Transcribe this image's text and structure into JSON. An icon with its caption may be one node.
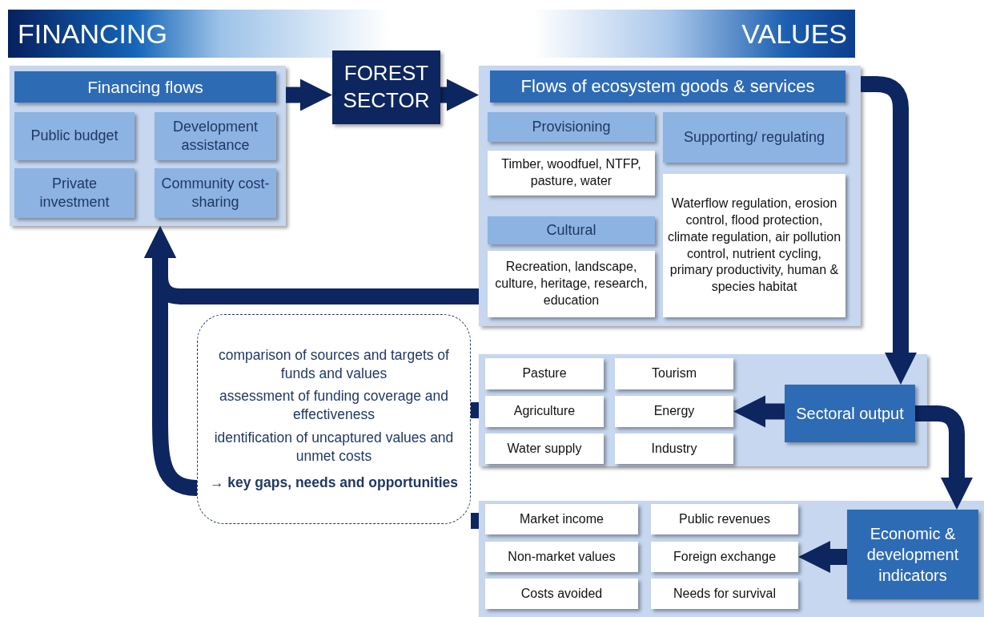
{
  "diagram": {
    "nodes": [
      {
        "text": [
          "Financing flows"
        ]
      },
      {
        "text": [
          "Public budget"
        ],
        "in": 0
      },
      {
        "text": [
          "Development assistance"
        ],
        "in": 0
      },
      {
        "text": [
          "Private investment"
        ],
        "in": 0
      },
      {
        "text": [
          "Community cost-sharing"
        ],
        "in": 0
      },
      {
        "text": [
          "FOREST SECTOR"
        ]
      },
      {
        "text": [
          "Flows of ecosystem goods & services"
        ]
      },
      {
        "text": [
          "Provisioning"
        ],
        "in": 6
      },
      {
        "text": [
          "Supporting/ regulating"
        ],
        "in": 6
      },
      {
        "text": [
          "Timber, woodfuel, NTFP, pasture, water"
        ],
        "in": 6
      },
      {
        "text": [
          "Waterflow regulation, erosion control, flood protection, climate regulation, air pollution control, nutrient cycling, primary productivity, human & species habitat"
        ],
        "in": 6
      },
      {
        "text": [
          "Cultural"
        ],
        "in": 6
      },
      {
        "text": [
          "Recreation, landscape, culture, heritage, research, education"
        ],
        "in": 6
      },
      {
        "text": [],
        "shape": "box"
      },
      {
        "text": [
          "Pasture"
        ],
        "in": 13
      },
      {
        "text": [
          "Tourism"
        ],
        "in": 13
      },
      {
        "text": [
          "Agriculture"
        ],
        "in": 13
      },
      {
        "text": [
          "Energy"
        ],
        "in": 13
      },
      {
        "text": [
          "Water supply"
        ],
        "in": 13
      },
      {
        "text": [
          "Industry"
        ],
        "in": 13
      },
      {
        "text": [
          "Sectoral output"
        ],
        "in": 13
      },
      {
        "text": [],
        "shape": "box"
      },
      {
        "text": [
          "Market income"
        ],
        "in": 21
      },
      {
        "text": [
          "Public revenues"
        ],
        "in": 21
      },
      {
        "text": [
          "Non-market values"
        ],
        "in": 21
      },
      {
        "text": [
          "Foreign exchange"
        ],
        "in": 21
      },
      {
        "text": [
          "Costs avoided"
        ],
        "in": 21
      },
      {
        "text": [
          "Needs for survival"
        ],
        "in": 21
      },
      {
        "text": [
          "Economic & development indicators"
        ],
        "in": 21
      },
      {
        "text": [
          "comparison of sources and targets of funds and values",
          "assessment of funding coverage and effectiveness",
          "identification of uncaptured values and unmet costs",
          "→ key gaps, needs and opportunities"
        ]
      }
    ],
    "edges": [
      {
        "from": 0,
        "to": 5,
        "arrow": "to"
      },
      {
        "from": 5,
        "to": 6,
        "arrow": "to"
      },
      {
        "from": 6,
        "to": 20,
        "arrow": "to"
      },
      {
        "from": 20,
        "to": 17,
        "arrow": "to"
      },
      {
        "from": 20,
        "to": 28,
        "arrow": "to"
      },
      {
        "from": 28,
        "to": 25,
        "arrow": "to"
      },
      {
        "from": 6,
        "to": 0,
        "arrow": "to"
      },
      {
        "from": 13,
        "to": 29,
        "arrow": "none"
      },
      {
        "from": 21,
        "to": 29,
        "arrow": "none"
      },
      {
        "from": 29,
        "to": 0,
        "arrow": "to"
      }
    ],
    "labels": [
      "FINANCING",
      "VALUES"
    ]
  }
}
